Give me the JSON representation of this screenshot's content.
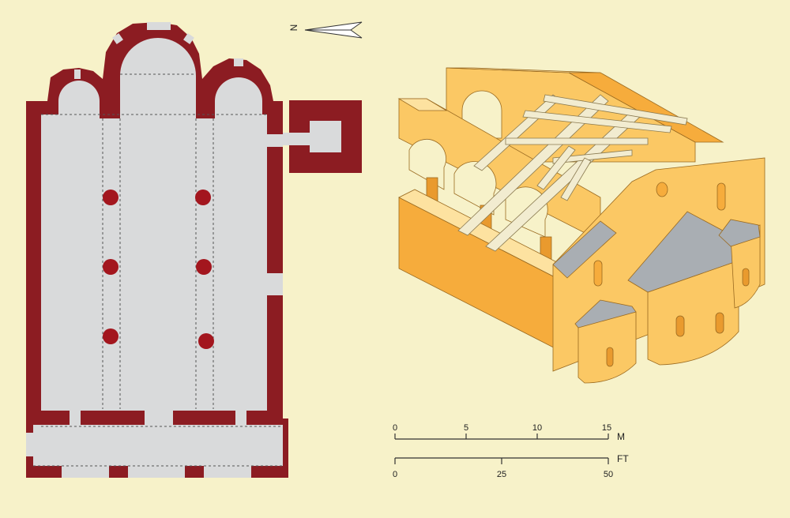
{
  "north_arrow": {
    "label": "N"
  },
  "scales": {
    "metric": {
      "unit": "M",
      "ticks": [
        "0",
        "5",
        "10",
        "15"
      ]
    },
    "imperial": {
      "unit": "FT",
      "ticks": [
        "0",
        "25",
        "50"
      ]
    }
  },
  "colors": {
    "background": "#f7f2c9",
    "wall": "#8c1c22",
    "floor": "#d9dadb",
    "column": "#a3161e",
    "iso_light": "#fbc864",
    "iso_mid": "#f6ac3c",
    "iso_dark": "#e99a2e",
    "roof": "#a9aeb3",
    "timber": "#f2ecd0"
  }
}
